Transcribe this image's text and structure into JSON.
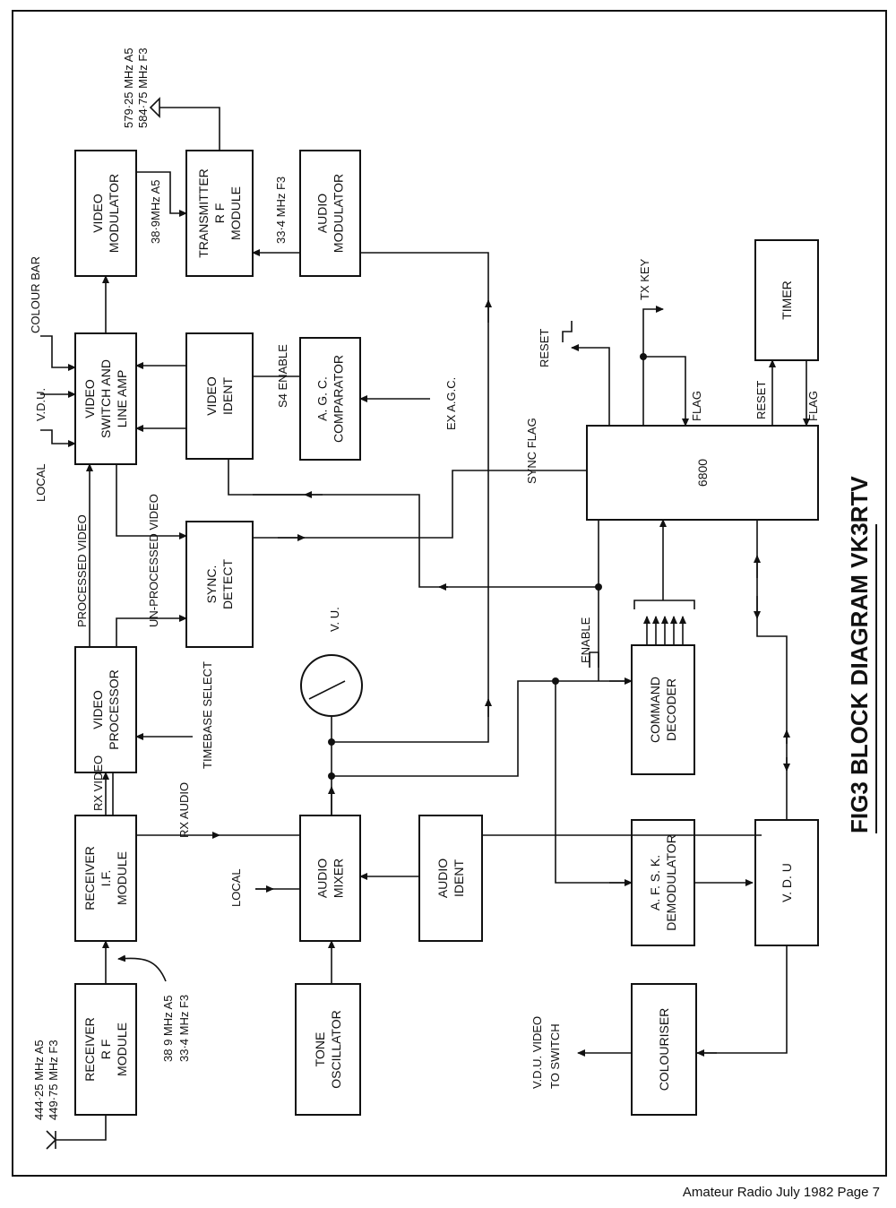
{
  "blocks": {
    "receiver_rf": [
      "RECEIVER",
      "R F",
      "MODULE"
    ],
    "receiver_if": [
      "RECEIVER",
      "I.F.",
      "MODULE"
    ],
    "video_processor": [
      "VIDEO",
      "PROCESSOR"
    ],
    "sync_detect": [
      "SYNC.",
      "DETECT"
    ],
    "video_switch": [
      "VIDEO",
      "SWITCH AND",
      "LINE AMP"
    ],
    "video_modulator": [
      "VIDEO",
      "MODULATOR"
    ],
    "transmitter": [
      "TRANSMITTER",
      "R F",
      "MODULE"
    ],
    "audio_modulator": [
      "AUDIO",
      "MODULATOR"
    ],
    "video_ident": [
      "VIDEO",
      "IDENT"
    ],
    "agc_comparator": [
      "A. G. C.",
      "COMPARATOR"
    ],
    "audio_mixer": [
      "AUDIO",
      "MIXER"
    ],
    "tone_oscillator": [
      "TONE",
      "OSCILLATOR"
    ],
    "audio_ident": [
      "AUDIO",
      "IDENT"
    ],
    "cpu": [
      "6800"
    ],
    "timer": [
      "TIMER"
    ],
    "command_decoder": [
      "COMMAND",
      "DECODER"
    ],
    "afsk_demodulator": [
      "A. F. S. K.",
      "DEMODULATOR"
    ],
    "vdu": [
      "V. D. U"
    ],
    "colouriser": [
      "COLOURISER"
    ]
  },
  "labels": {
    "rx_freq_a5": "444·25 MHz A5",
    "rx_freq_f3": "449·75 MHz F3",
    "if_freq_a5": "38 9 MHz A5",
    "if_freq_f3": "33·4 MHz F3",
    "tx_freq_a5": "579·25 MHz A5",
    "tx_freq_f3": "584·75 MHz F3",
    "vmod_freq": "38·9MHz A5",
    "amod_freq": "33·4 MHz F3",
    "rx_video": "RX VIDEO",
    "rx_audio": "RX AUDIO",
    "timebase_select": "TIMEBASE SELECT",
    "processed_video": "PROCESSED VIDEO",
    "unprocessed_video": "UN-PROCESSED VIDEO",
    "local_video": "LOCAL",
    "vdu_in": "V.D.U.",
    "colour_bar": "COLOUR BAR",
    "s4_enable": "S4 ENABLE",
    "ex_agc": "EX A.G.C.",
    "local_audio": "LOCAL",
    "vu": "V. U.",
    "enable": "ENABLE",
    "sync_flag": "SYNC FLAG",
    "reset_cpu": "RESET",
    "tx_key": "TX KEY",
    "flag_cpu": "FLAG",
    "reset_timer": "RESET",
    "flag_timer": "FLAG",
    "vdu_video": "V.D.U. VIDEO",
    "to_switch": "TO SWITCH",
    "title": "FIG3    BLOCK DIAGRAM    VK3RTV"
  },
  "footer": "Amateur Radio   July 1982   Page 7"
}
